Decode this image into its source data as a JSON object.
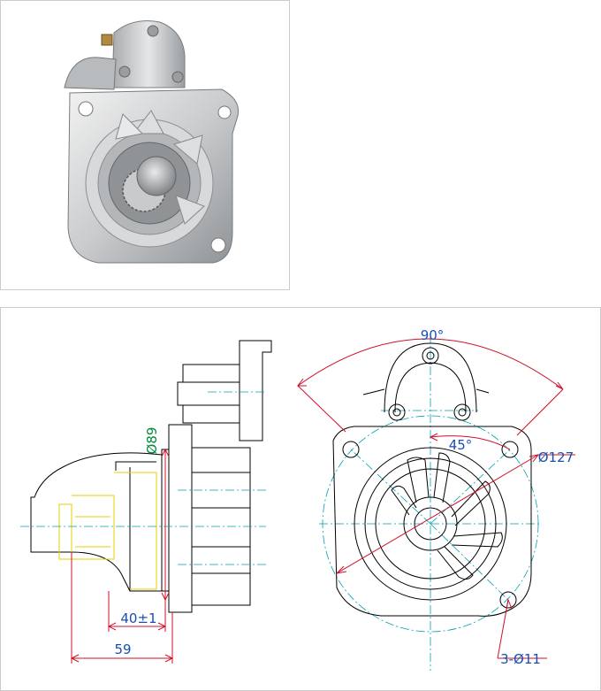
{
  "photo": {
    "subject": "starter-motor-photo"
  },
  "drawing": {
    "side_view": {
      "dia_label": "Ø89",
      "dim_40": "40±1",
      "dim_59": "59"
    },
    "front_view": {
      "angle_90": "90°",
      "angle_45": "45°",
      "dia_127": "Ø127",
      "holes": "3-Ø11"
    }
  },
  "colors": {
    "outline": "#000000",
    "centerline": "#00a0b0",
    "dimension": "#d0102a",
    "dim_text_green": "#008a3a",
    "dim_text_blue": "#1a4fb0",
    "yellow_lines": "#e6d200"
  }
}
